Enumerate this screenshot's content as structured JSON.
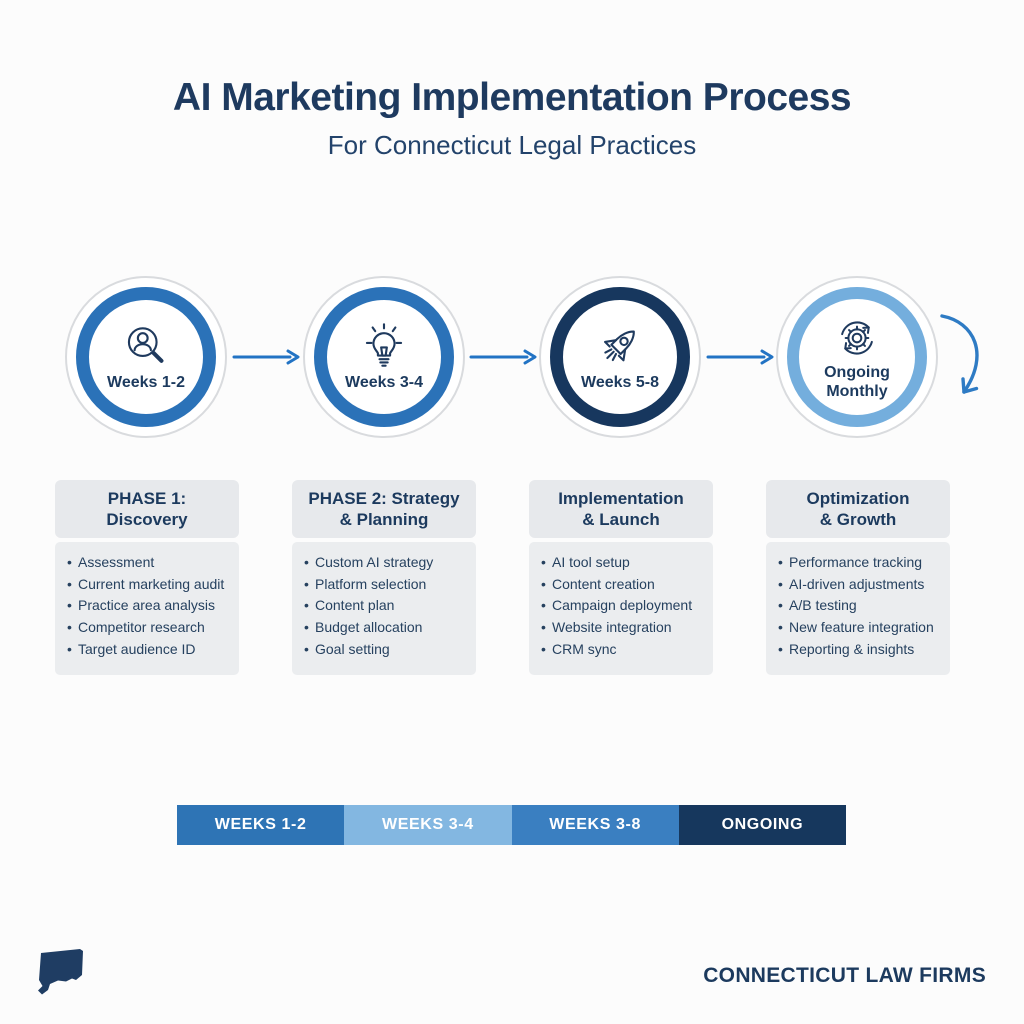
{
  "header": {
    "title": "AI Marketing Implementation Process",
    "subtitle": "For Connecticut Legal Practices"
  },
  "process": {
    "arrow_color": "#2273c4",
    "milestones": [
      {
        "label_line1": "Weeks 1-2",
        "label_line2": "",
        "icon": "user-search-icon",
        "ring_color": "#2b72b8"
      },
      {
        "label_line1": "Weeks 3-4",
        "label_line2": "",
        "icon": "lightbulb-icon",
        "ring_color": "#2b72b8"
      },
      {
        "label_line1": "Weeks 5-8",
        "label_line2": "",
        "icon": "rocket-icon",
        "ring_color": "#17375e"
      },
      {
        "label_line1": "Ongoing",
        "label_line2": "Monthly",
        "icon": "gear-cycle-icon",
        "ring_color": "#74aedd"
      }
    ]
  },
  "phases": [
    {
      "title_line1": "PHASE 1:",
      "title_line2": "Discovery",
      "items": [
        "Assessment",
        "Current marketing audit",
        "Practice area analysis",
        "Competitor research",
        "Target audience ID"
      ]
    },
    {
      "title_line1": "PHASE 2: Strategy",
      "title_line2": "& Planning",
      "items": [
        "Custom AI strategy",
        "Platform selection",
        "Content plan",
        "Budget allocation",
        "Goal setting"
      ]
    },
    {
      "title_line1": "Implementation",
      "title_line2": "& Launch",
      "items": [
        "AI tool setup",
        "Content creation",
        "Campaign deployment",
        "Website integration",
        "CRM sync"
      ]
    },
    {
      "title_line1": "Optimization",
      "title_line2": "& Growth",
      "items": [
        "Performance tracking",
        "AI-driven adjustments",
        "A/B testing",
        "New feature integration",
        "Reporting & insights"
      ]
    }
  ],
  "timeline": {
    "segments": [
      {
        "label": "WEEKS 1-2",
        "color": "#2e74b5"
      },
      {
        "label": "WEEKS 3-4",
        "color": "#83b7e1"
      },
      {
        "label": "WEEKS 3-8",
        "color": "#3a7fc1"
      },
      {
        "label": "ONGOING",
        "color": "#16375d"
      }
    ]
  },
  "footer": {
    "brand": "CONNECTICUT LAW FIRMS",
    "state_icon": "connecticut-state-icon",
    "state_color": "#1f3d63"
  }
}
